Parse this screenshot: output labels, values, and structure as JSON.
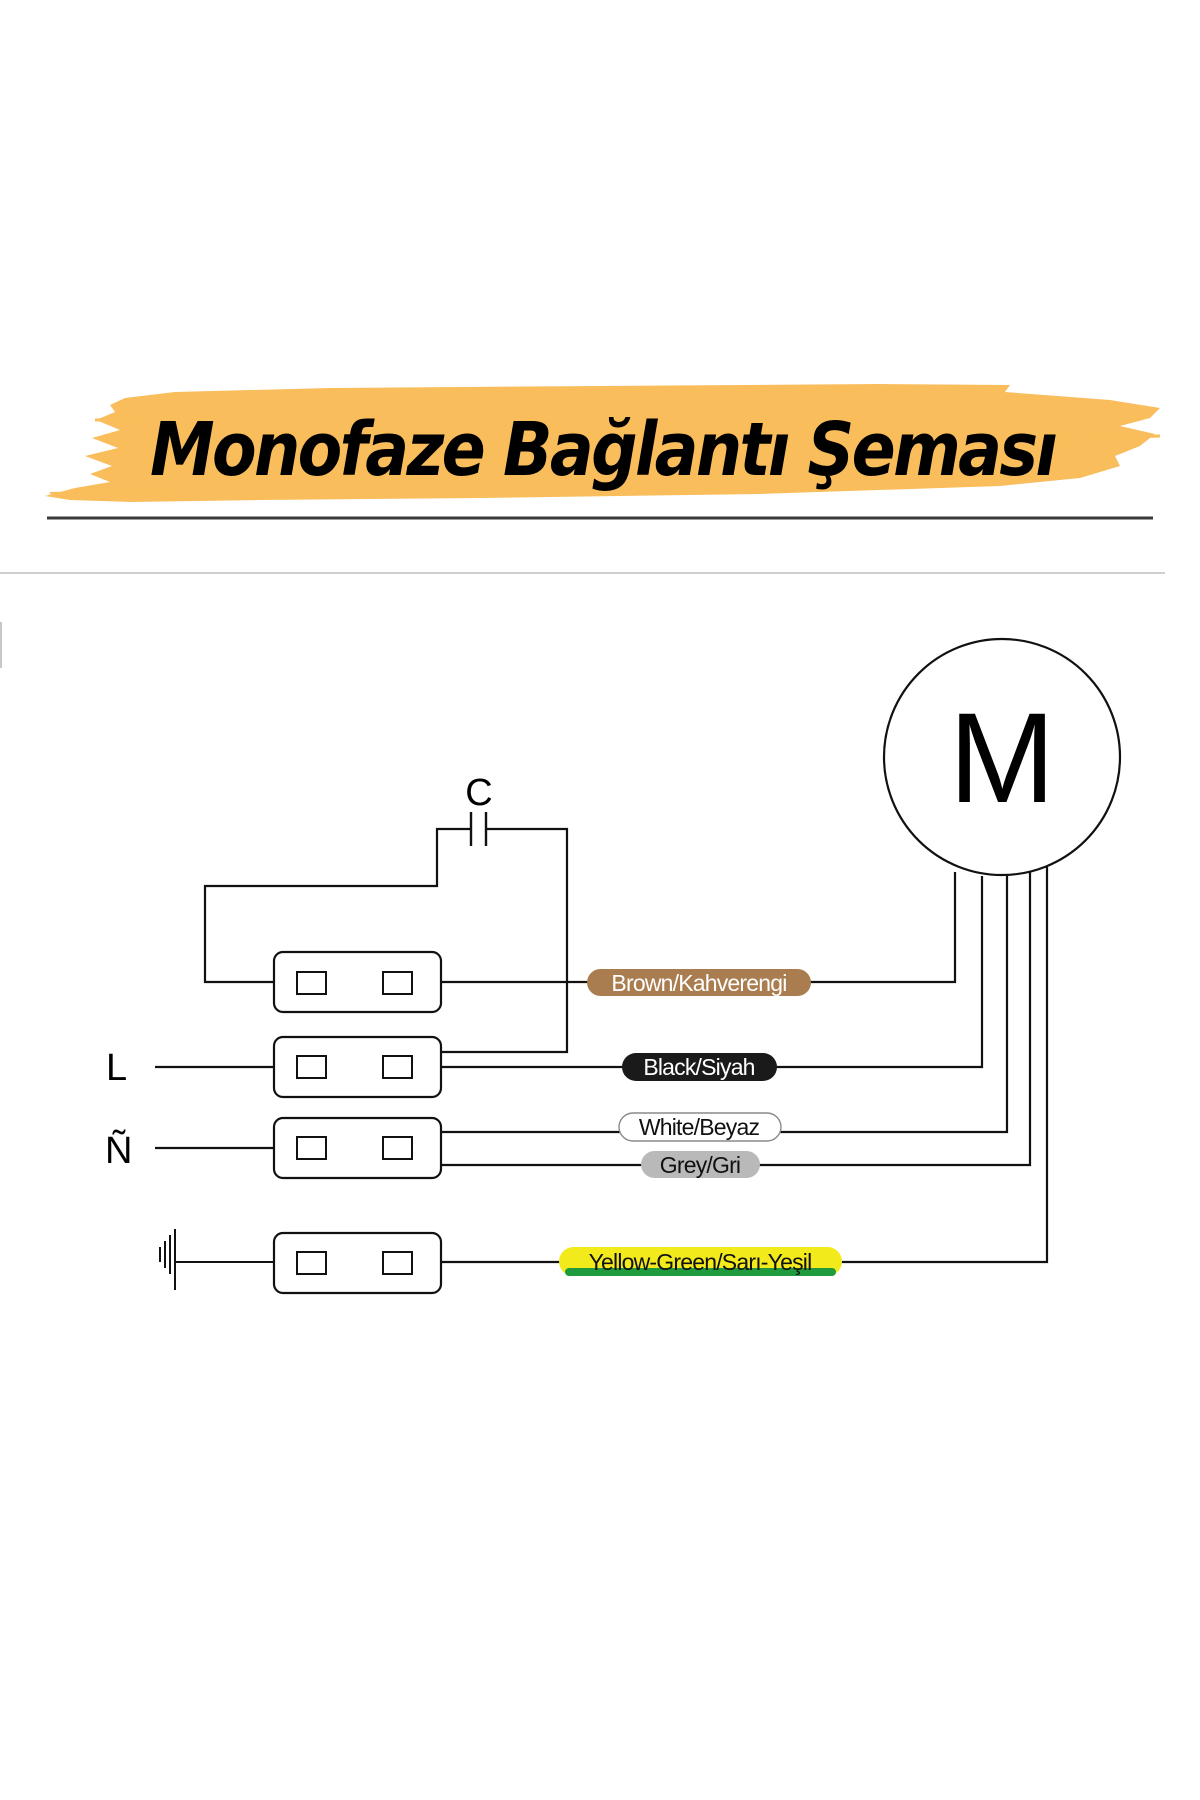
{
  "title": "Monofaze Bağlantı Şeması",
  "colors": {
    "banner": "#f9bd5b",
    "brown": "#a97d4f",
    "black": "#1a1a1a",
    "white": "#ffffff",
    "grey": "#b9b9b9",
    "yellow": "#f3ea1c",
    "green": "#1f9a3c"
  },
  "motor": {
    "label": "M"
  },
  "capacitor": {
    "label": "C"
  },
  "terminals": [
    {
      "line_label": "",
      "wire_label": "Brown/Kahverengi",
      "wire_color": "brown"
    },
    {
      "line_label": "L",
      "wire_label": "Black/Siyah",
      "wire_color": "black"
    },
    {
      "line_label": "Ñ",
      "wire_label": "White/Beyaz",
      "wire_color": "white"
    },
    {
      "line_label": "",
      "wire_label": "Grey/Gri",
      "wire_color": "grey"
    },
    {
      "line_label": "",
      "wire_label": "Yellow-Green/Sarı-Yeşil",
      "wire_color": "yellow-green"
    }
  ],
  "icons": {
    "ground": "ground-icon"
  }
}
